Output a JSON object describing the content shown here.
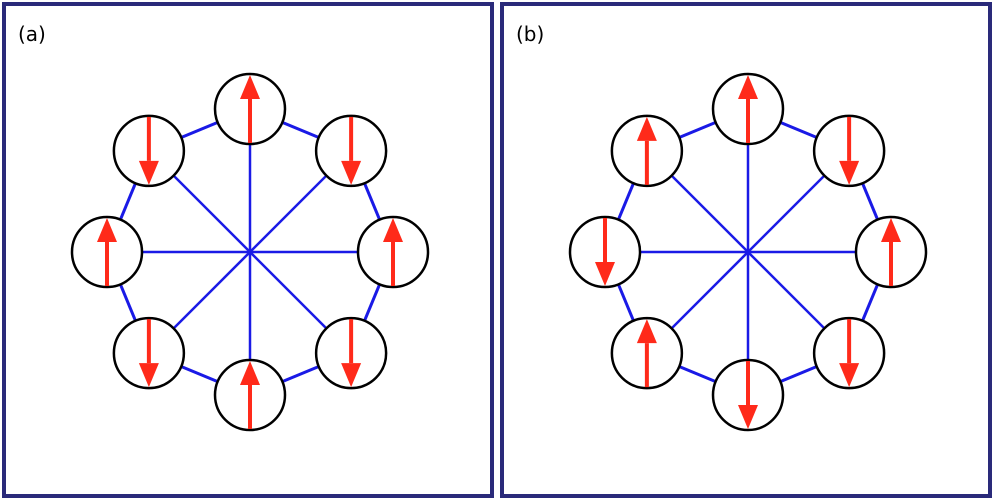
{
  "colors": {
    "border": "#2a2a7a",
    "bond": "#1a1ae6",
    "site_outline": "#000000",
    "spin": "#ff2a1a"
  },
  "panels": [
    {
      "label": "(a)",
      "spins": [
        "up",
        "down",
        "up",
        "down",
        "up",
        "down",
        "up",
        "down"
      ]
    },
    {
      "label": "(b)",
      "spins": [
        "up",
        "down",
        "up",
        "down",
        "down",
        "up",
        "down",
        "up"
      ]
    }
  ]
}
